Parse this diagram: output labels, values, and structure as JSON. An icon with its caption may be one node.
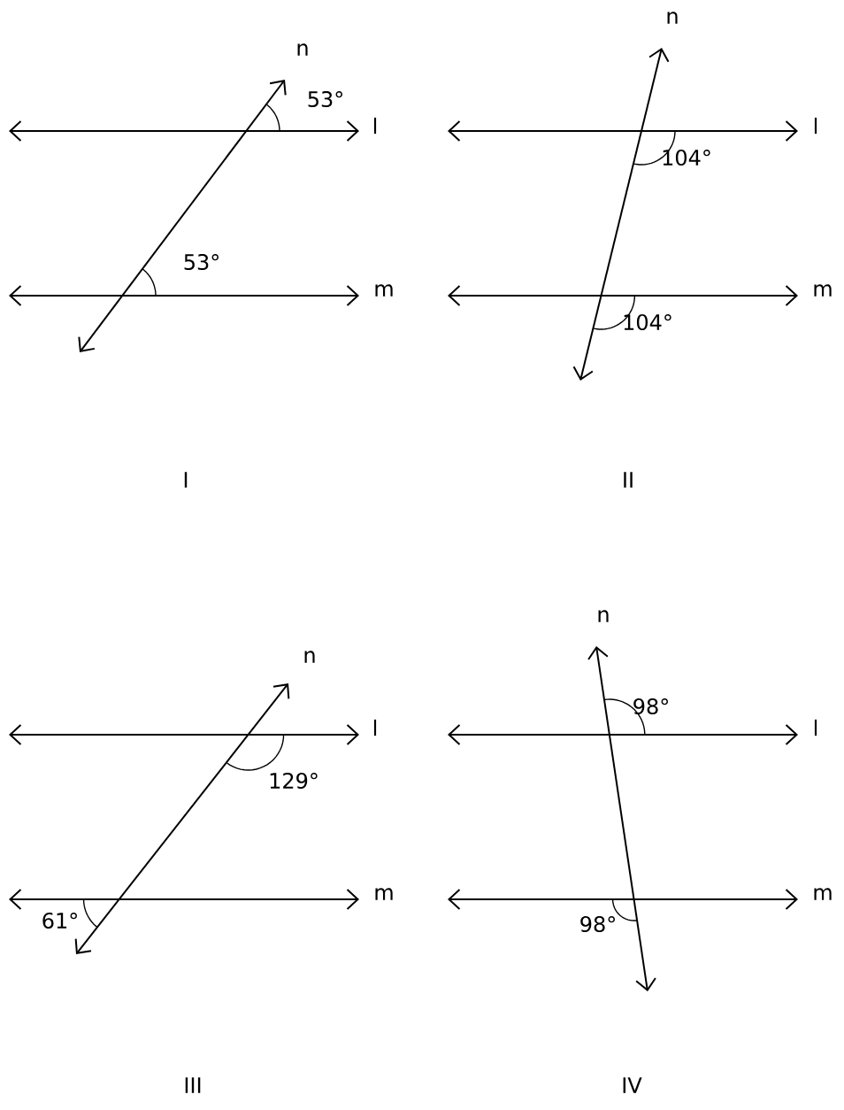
{
  "diagram": {
    "labels": [
      "n",
      "n",
      "53°",
      "l",
      "l",
      "104°",
      "53°",
      "m",
      "m",
      "104°",
      "I",
      "II",
      "n",
      "n",
      "98°",
      "l",
      "l",
      "129°",
      "m",
      "m",
      "61°",
      "98°",
      "III",
      "IV"
    ]
  }
}
